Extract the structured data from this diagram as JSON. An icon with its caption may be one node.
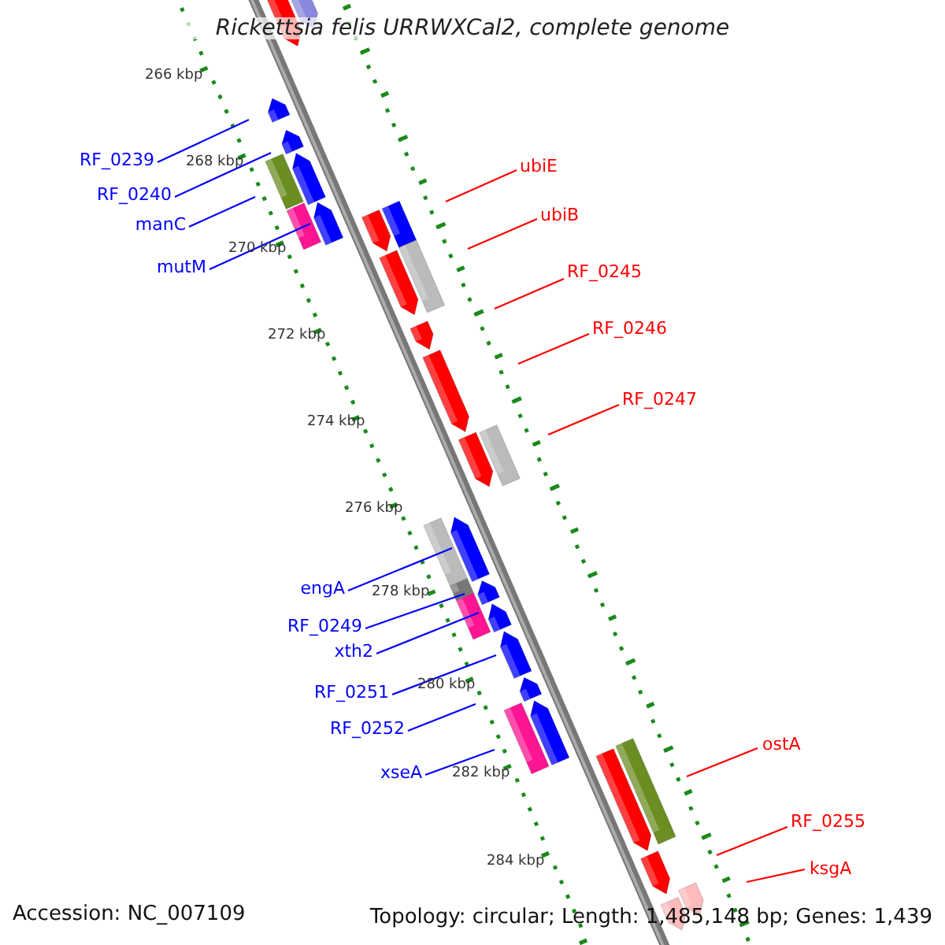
{
  "diagram": {
    "title": "Rickettsia felis URRWXCal2, complete genome",
    "nodes": [
      {
        "text": [
          "RF_0239"
        ]
      },
      {
        "text": [
          "ubiE"
        ]
      },
      {
        "text": [
          "RF_0240"
        ]
      },
      {
        "text": [
          "ubiB"
        ]
      },
      {
        "text": [
          "manC"
        ]
      },
      {
        "text": [
          "mutM"
        ]
      },
      {
        "text": [
          "RF_0245"
        ]
      },
      {
        "text": [
          "RF_0246"
        ]
      },
      {
        "text": [
          "RF_0247"
        ]
      },
      {
        "text": [
          "engA"
        ]
      },
      {
        "text": [
          "RF_0249"
        ]
      },
      {
        "text": [
          "xth2"
        ]
      },
      {
        "text": [
          "RF_0251"
        ]
      },
      {
        "text": [
          "RF_0252"
        ]
      },
      {
        "text": [
          "ostA"
        ]
      },
      {
        "text": [
          "xseA"
        ]
      },
      {
        "text": [
          "RF_0255"
        ]
      },
      {
        "text": [
          "ksgA"
        ]
      }
    ],
    "edges": [
      {
        "from": 0,
        "to": null,
        "arrow": "none"
      },
      {
        "from": 1,
        "to": null,
        "arrow": "none",
        "color": "#ff0000"
      },
      {
        "from": 2,
        "to": null,
        "arrow": "none"
      },
      {
        "from": 3,
        "to": null,
        "arrow": "none",
        "color": "#ff0000"
      },
      {
        "from": 4,
        "to": null,
        "arrow": "none"
      },
      {
        "from": 5,
        "to": null,
        "arrow": "none"
      },
      {
        "from": 6,
        "to": null,
        "arrow": "none",
        "color": "#ff0000"
      },
      {
        "from": 7,
        "to": null,
        "arrow": "none",
        "color": "#ff0000"
      },
      {
        "from": 8,
        "to": null,
        "arrow": "none",
        "color": "#ff0000"
      },
      {
        "from": 9,
        "to": null,
        "arrow": "none"
      },
      {
        "from": 10,
        "to": null,
        "arrow": "none"
      },
      {
        "from": 11,
        "to": null,
        "arrow": "none"
      },
      {
        "from": 12,
        "to": null,
        "arrow": "none"
      },
      {
        "from": 13,
        "to": null,
        "arrow": "none"
      },
      {
        "from": 14,
        "to": null,
        "arrow": "none",
        "color": "#ff0000"
      },
      {
        "from": 15,
        "to": null,
        "arrow": "none"
      },
      {
        "from": 16,
        "to": null,
        "arrow": "none",
        "color": "#ff0000"
      },
      {
        "from": 17,
        "to": null,
        "arrow": "none",
        "color": "#ff0000"
      }
    ],
    "labels": [
      "266 kbp",
      "268 kbp",
      "270 kbp",
      "272 kbp",
      "274 kbp",
      "276 kbp",
      "278 kbp",
      "280 kbp",
      "282 kbp",
      "284 kbp",
      "Accession: NC_007109",
      "Topology: circular; Length: 1,485,148 bp; Genes: 1,439"
    ]
  }
}
